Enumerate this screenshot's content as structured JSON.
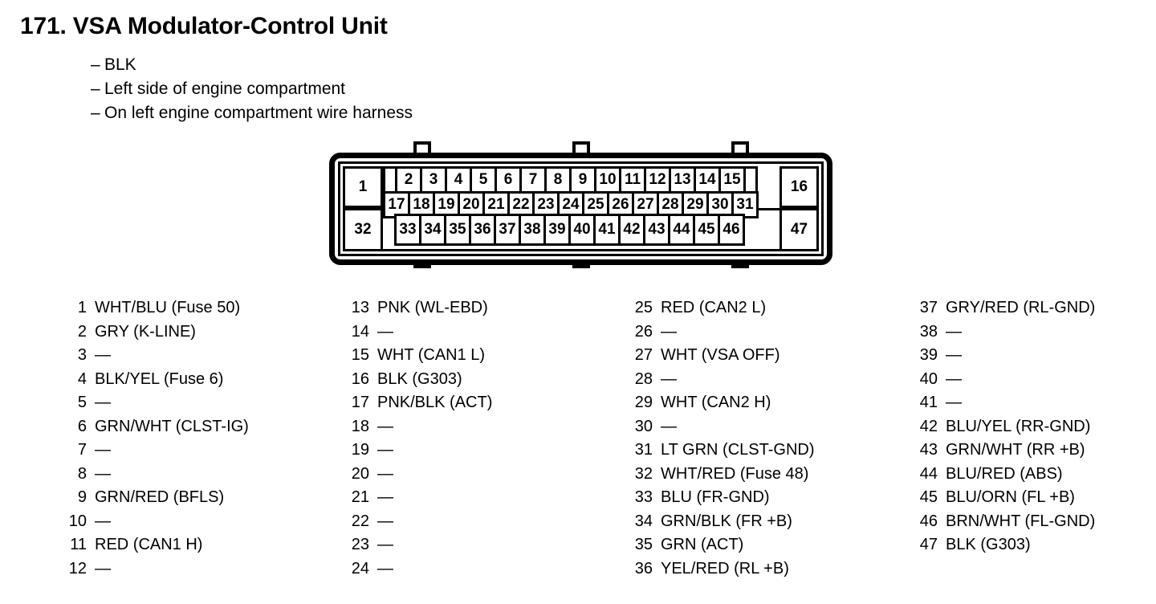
{
  "title": "171. VSA Modulator-Control Unit",
  "bullets": [
    "BLK",
    "Left side of engine compartment",
    "On left engine compartment wire harness"
  ],
  "connector": {
    "row_top_left_pin": "1",
    "row_top_right_pin": "16",
    "row_bottom_left_pin": "32",
    "row_bottom_right_pin": "47",
    "row1": [
      "2",
      "3",
      "4",
      "5",
      "6",
      "7",
      "8",
      "9",
      "10",
      "11",
      "12",
      "13",
      "14",
      "15"
    ],
    "row2": [
      "17",
      "18",
      "19",
      "20",
      "21",
      "22",
      "23",
      "24",
      "25",
      "26",
      "27",
      "28",
      "29",
      "30",
      "31"
    ],
    "row3": [
      "33",
      "34",
      "35",
      "36",
      "37",
      "38",
      "39",
      "40",
      "41",
      "42",
      "43",
      "44",
      "45",
      "46"
    ]
  },
  "pins": [
    {
      "num": "1",
      "desc": "WHT/BLU (Fuse 50)"
    },
    {
      "num": "2",
      "desc": "GRY (K-LINE)"
    },
    {
      "num": "3",
      "desc": "—"
    },
    {
      "num": "4",
      "desc": "BLK/YEL (Fuse 6)"
    },
    {
      "num": "5",
      "desc": "—"
    },
    {
      "num": "6",
      "desc": "GRN/WHT (CLST-IG)"
    },
    {
      "num": "7",
      "desc": "—"
    },
    {
      "num": "8",
      "desc": "—"
    },
    {
      "num": "9",
      "desc": "GRN/RED (BFLS)"
    },
    {
      "num": "10",
      "desc": "—"
    },
    {
      "num": "11",
      "desc": "RED (CAN1 H)"
    },
    {
      "num": "12",
      "desc": "—"
    },
    {
      "num": "13",
      "desc": "PNK (WL-EBD)"
    },
    {
      "num": "14",
      "desc": "—"
    },
    {
      "num": "15",
      "desc": "WHT (CAN1 L)"
    },
    {
      "num": "16",
      "desc": "BLK (G303)"
    },
    {
      "num": "17",
      "desc": "PNK/BLK (ACT)"
    },
    {
      "num": "18",
      "desc": "—"
    },
    {
      "num": "19",
      "desc": "—"
    },
    {
      "num": "20",
      "desc": "—"
    },
    {
      "num": "21",
      "desc": "—"
    },
    {
      "num": "22",
      "desc": "—"
    },
    {
      "num": "23",
      "desc": "—"
    },
    {
      "num": "24",
      "desc": "—"
    },
    {
      "num": "25",
      "desc": "RED (CAN2 L)"
    },
    {
      "num": "26",
      "desc": "—"
    },
    {
      "num": "27",
      "desc": "WHT (VSA OFF)"
    },
    {
      "num": "28",
      "desc": "—"
    },
    {
      "num": "29",
      "desc": "WHT (CAN2 H)"
    },
    {
      "num": "30",
      "desc": "—"
    },
    {
      "num": "31",
      "desc": "LT GRN (CLST-GND)"
    },
    {
      "num": "32",
      "desc": "WHT/RED (Fuse 48)"
    },
    {
      "num": "33",
      "desc": "BLU (FR-GND)"
    },
    {
      "num": "34",
      "desc": "GRN/BLK (FR +B)"
    },
    {
      "num": "35",
      "desc": "GRN (ACT)"
    },
    {
      "num": "36",
      "desc": "YEL/RED (RL +B)"
    },
    {
      "num": "37",
      "desc": "GRY/RED (RL-GND)"
    },
    {
      "num": "38",
      "desc": "—"
    },
    {
      "num": "39",
      "desc": "—"
    },
    {
      "num": "40",
      "desc": "—"
    },
    {
      "num": "41",
      "desc": "—"
    },
    {
      "num": "42",
      "desc": "BLU/YEL (RR-GND)"
    },
    {
      "num": "43",
      "desc": "GRN/WHT (RR +B)"
    },
    {
      "num": "44",
      "desc": "BLU/RED (ABS)"
    },
    {
      "num": "45",
      "desc": "BLU/ORN (FL +B)"
    },
    {
      "num": "46",
      "desc": "BRN/WHT (FL-GND)"
    },
    {
      "num": "47",
      "desc": "BLK (G303)"
    }
  ],
  "colors": {
    "ink": "#000000",
    "paper": "#ffffff"
  }
}
